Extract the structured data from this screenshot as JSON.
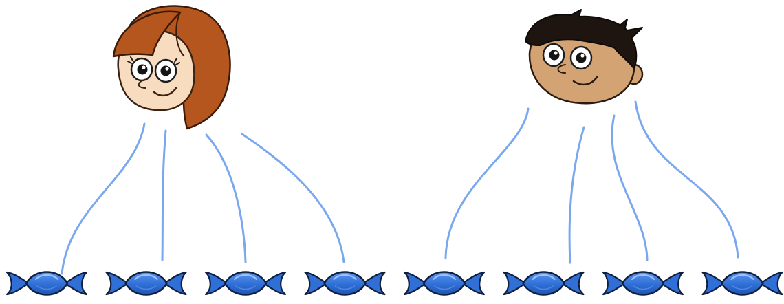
{
  "scene": {
    "children": [
      {
        "name": "girl",
        "icon": "girl-face-icon",
        "candies": 4
      },
      {
        "name": "boy",
        "icon": "boy-face-icon",
        "candies": 4
      }
    ],
    "candy": {
      "icon": "wrapped-candy-icon",
      "total": 8,
      "color": "#2f6fd6"
    },
    "connector_color": "#7aa8ee",
    "girl_hair_color": "#b5561f",
    "boy_hair_color": "#1e1410",
    "girl_skin_color": "#f7dcc0",
    "boy_skin_color": "#d4a373"
  }
}
